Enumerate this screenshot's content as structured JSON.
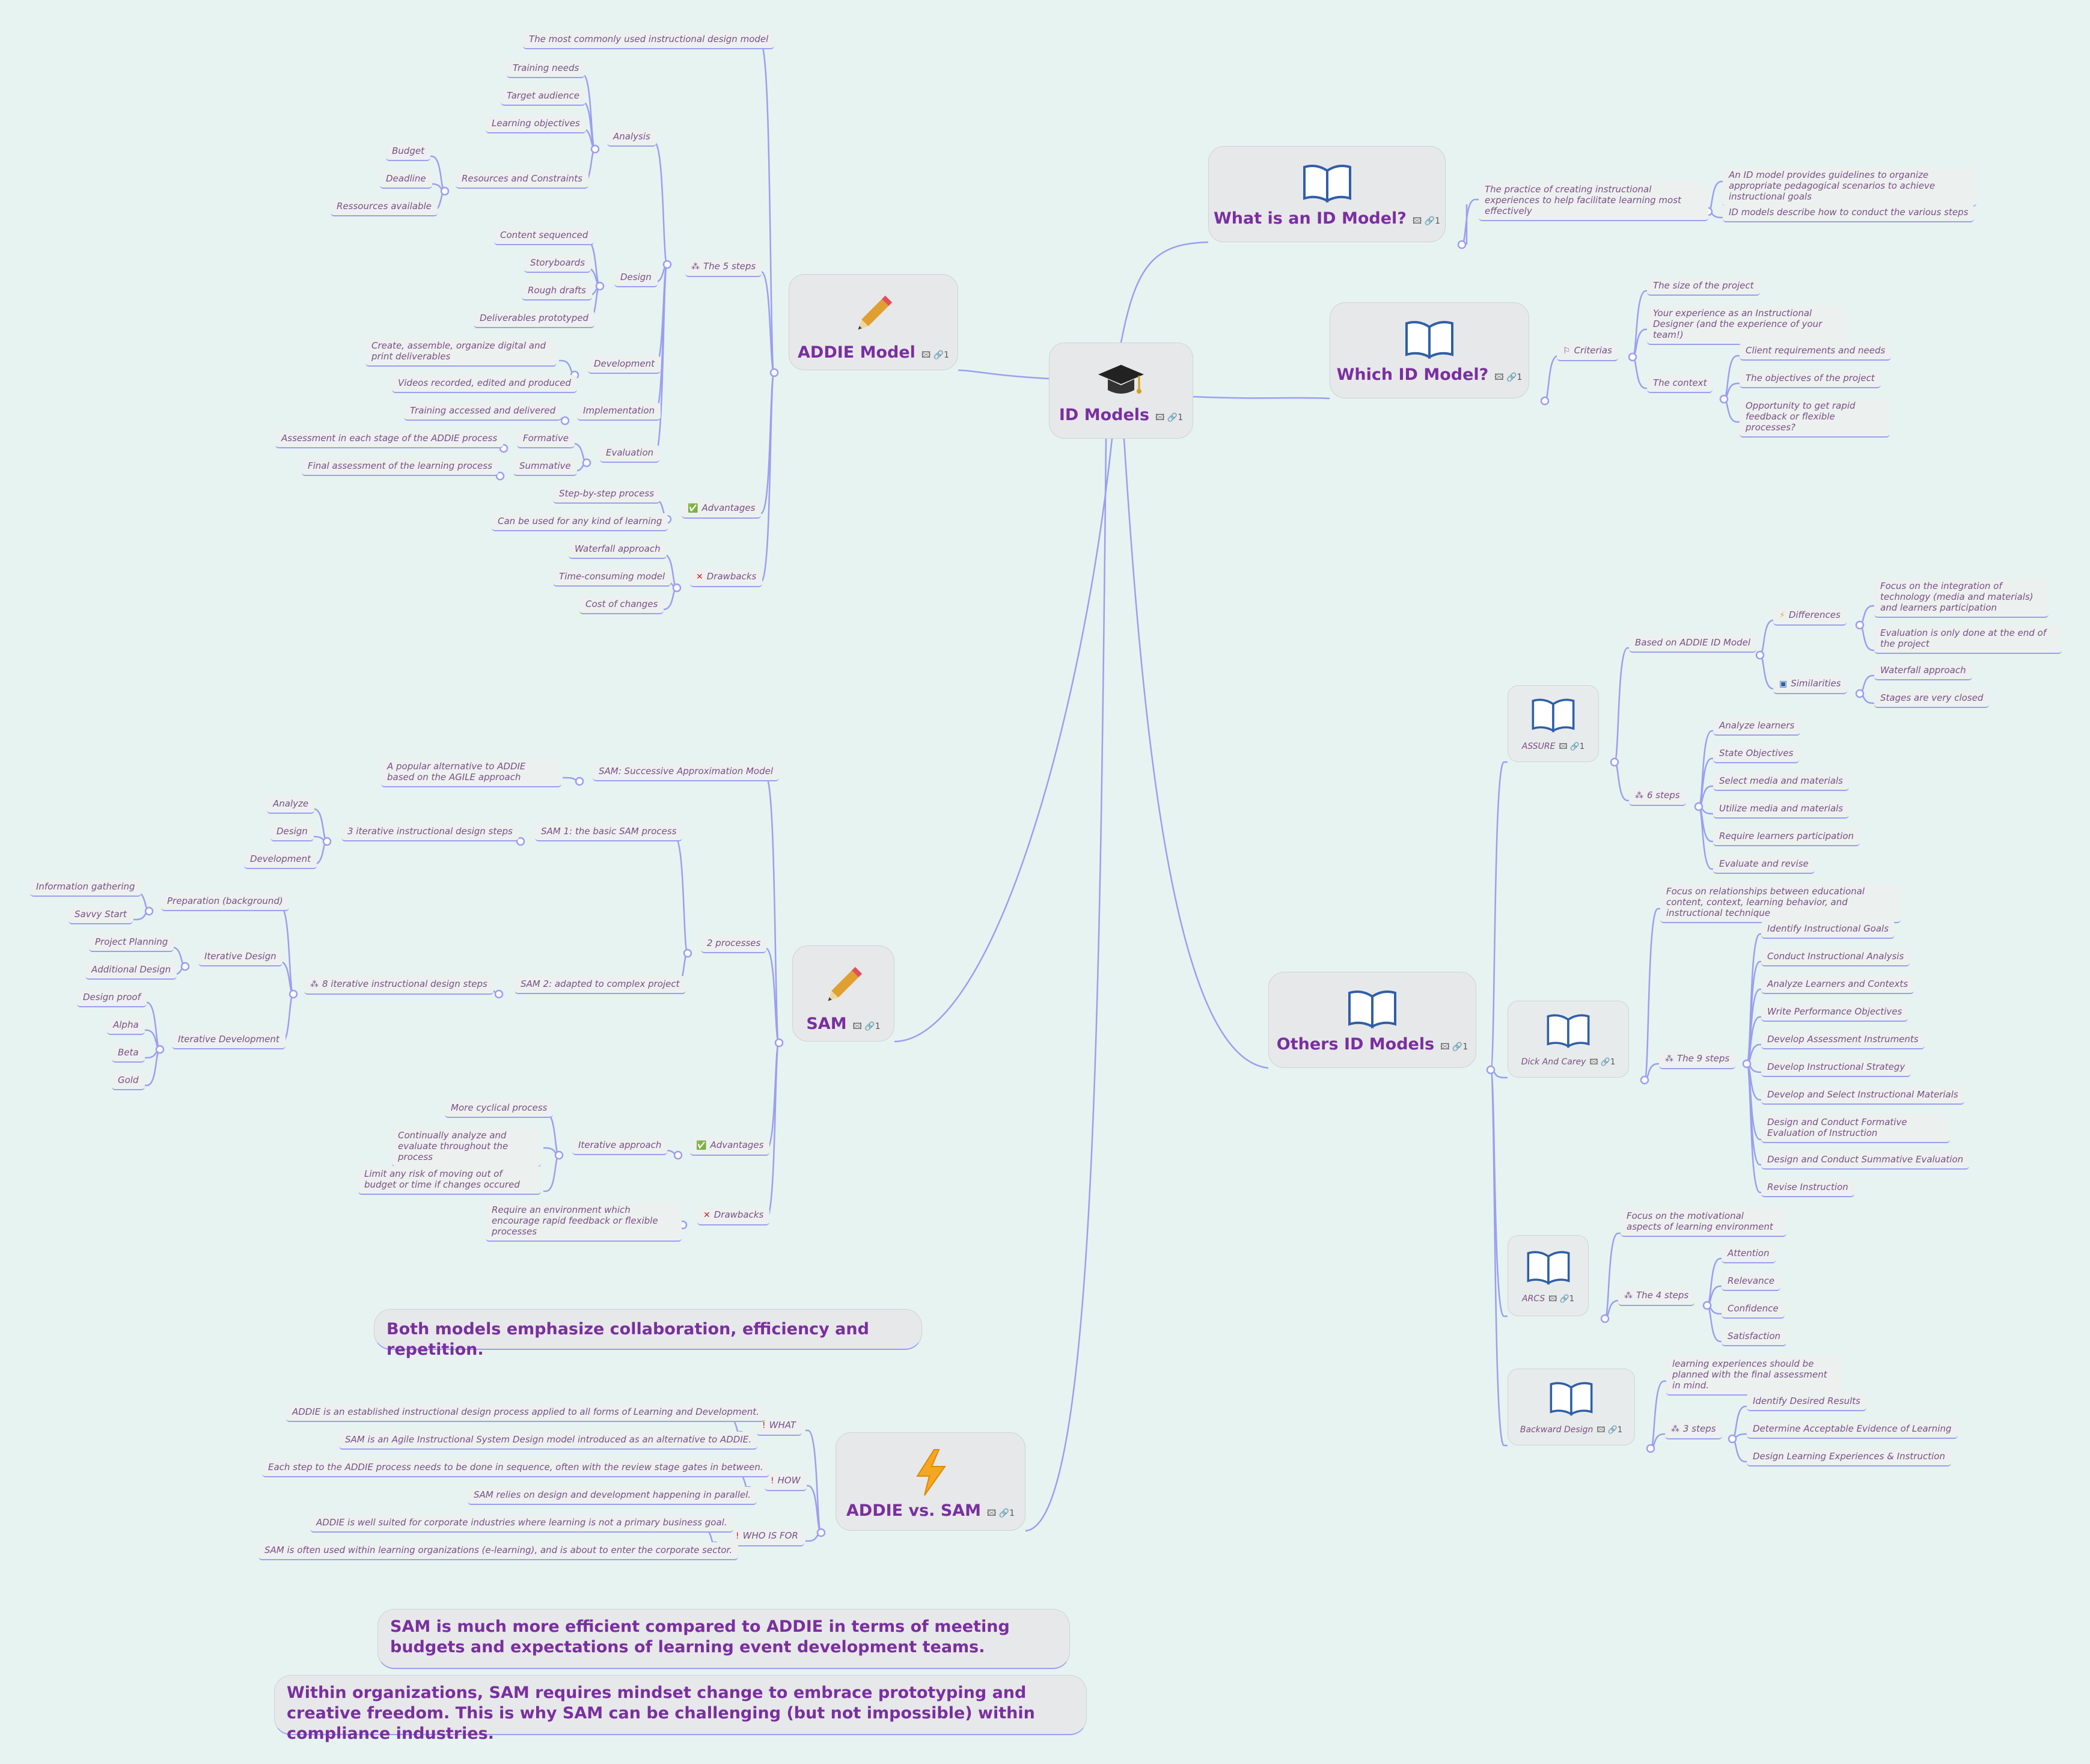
{
  "center": {
    "title": "ID Models",
    "attach_count": "1",
    "icon": "graduation-cap-icon"
  },
  "addie": {
    "title": "ADDIE Model",
    "attach_count": "1",
    "icon": "pencil-icon",
    "intro": "The most commonly used instructional design model",
    "steps_label": "The 5 steps",
    "analysis": {
      "label": "Analysis",
      "training_needs": "Training needs",
      "target_audience": "Target audience",
      "learning_objectives": "Learning objectives",
      "resources_label": "Resources and Constraints",
      "budget": "Budget",
      "deadline": "Deadline",
      "resources_available": "Ressources available"
    },
    "design": {
      "label": "Design",
      "content": "Content sequenced",
      "storyboards": "Storyboards",
      "rough_drafts": "Rough drafts",
      "deliverables": "Deliverables prototyped"
    },
    "development": {
      "label": "Development",
      "create": "Create, assemble, organize digital and print deliverables",
      "videos": "Videos recorded, edited and produced"
    },
    "implementation": {
      "label": "Implementation",
      "training": "Training accessed and delivered"
    },
    "evaluation": {
      "label": "Evaluation",
      "formative": "Formative",
      "formative_desc": "Assessment in each stage of the ADDIE process",
      "summative": "Summative",
      "summative_desc": "Final assessment of the learning process"
    },
    "advantages": {
      "label": "Advantages",
      "a1": "Step-by-step process",
      "a2": "Can be used for any kind of learning"
    },
    "drawbacks": {
      "label": "Drawbacks",
      "d1": "Waterfall approach",
      "d2": "Time-consuming model",
      "d3": "Cost of changes"
    }
  },
  "sam": {
    "title": "SAM",
    "attach_count": "1",
    "icon": "pencil-icon",
    "full_name": "SAM: Successive Approximation Model",
    "alternative": "A popular alternative to ADDIE based on the AGILE approach",
    "processes_label": "2 processes",
    "sam1": "SAM 1: the basic SAM process",
    "sam1_steps": "3 iterative instructional design steps",
    "analyze": "Analyze",
    "design": "Design",
    "development": "Development",
    "sam2": "SAM 2: adapted to complex project",
    "sam2_steps": "8 iterative instructional design steps",
    "preparation": "Preparation (background)",
    "info": "Information gathering",
    "savvy": "Savvy Start",
    "iter_design": "Iterative Design",
    "project_planning": "Project Planning",
    "additional_design": "Additional Design",
    "iter_dev": "Iterative Development",
    "design_proof": "Design proof",
    "alpha": "Alpha",
    "beta": "Beta",
    "gold": "Gold",
    "advantages_label": "Advantages",
    "iterative_approach": "Iterative approach",
    "adv1": "More cyclical process",
    "adv2": "Continually analyze and evaluate throughout the process",
    "adv3": "Limit any risk of moving out of budget or time if changes occured",
    "drawbacks_label": "Drawbacks",
    "draw1": "Require an environment which encourage rapid feedback or flexible processes"
  },
  "both_note": "Both models emphasize collaboration, efficiency and repetition.",
  "vs": {
    "title": "ADDIE vs. SAM",
    "attach_count": "1",
    "icon": "lightning-icon",
    "what": "WHAT",
    "what1": "ADDIE is an established instructional design process applied to all forms of Learning and Development.",
    "what2": "SAM is an Agile Instructional System Design model introduced as an alternative to ADDIE.",
    "how": "HOW",
    "how1": "Each step to the ADDIE process needs to be done in sequence, often with the review stage gates in between.",
    "how2": "SAM relies on design and development happening in parallel.",
    "who": "WHO IS FOR",
    "who1": "ADDIE is well suited for corporate industries where learning is not a primary business goal.",
    "who2": "SAM is often used within learning organizations (e-learning), and is about to enter the corporate sector."
  },
  "note_efficient": "SAM is much more efficient compared to ADDIE in terms of meeting budgets and expectations of learning event development teams.",
  "note_mindset": "Within organizations, SAM requires mindset change to embrace prototyping and creative freedom. This is why SAM can be challenging (but not impossible) within compliance industries.",
  "what_is": {
    "title": "What is an ID Model?",
    "attach_count": "1",
    "icon": "book-icon",
    "practice": "The practice of creating instructional experiences to help facilitate learning most effectively",
    "g1": "An ID model provides guidelines to organize appropriate pedagogical scenarios to achieve instructional goals",
    "g2": "ID models describe how to conduct the various steps"
  },
  "which": {
    "title": "Which ID Model?",
    "attach_count": "1",
    "icon": "book-icon",
    "criterias": "Criterias",
    "size": "The size of the project",
    "experience": "Your experience as an Instructional Designer (and the experience of your team!)",
    "context": "The context",
    "client": "Client requirements and needs",
    "objectives": "The objectives of the project",
    "opportunity": "Opportunity to get rapid feedback or flexible processes?"
  },
  "others": {
    "title": "Others ID Models",
    "attach_count": "1",
    "icon": "book-icon",
    "assure": {
      "title": "ASSURE",
      "attach_count": "1",
      "based_on": "Based on ADDIE ID Model",
      "differences": "Differences",
      "diff1": "Focus on the integration of technology (media and materials) and learners participation",
      "diff2": "Evaluation is only done at the end of the project",
      "similarities": "Similarities",
      "sim1": "Waterfall approach",
      "sim2": "Stages are very closed",
      "steps": "6 steps",
      "s1": "Analyze learners",
      "s2": "State Objectives",
      "s3": "Select media and materials",
      "s4": "Utilize media and materials",
      "s5": "Require learners participation",
      "s6": "Evaluate and revise"
    },
    "dick": {
      "title": "Dick And Carey",
      "attach_count": "1",
      "focus": "Focus on relationships between educational content, context, learning behavior, and instructional technique",
      "steps": "The 9 steps",
      "s1": "Identify Instructional Goals",
      "s2": "Conduct Instructional Analysis",
      "s3": "Analyze Learners and Contexts",
      "s4": "Write Performance Objectives",
      "s5": "Develop Assessment Instruments",
      "s6": "Develop Instructional Strategy",
      "s7": "Develop and Select Instructional Materials",
      "s8": "Design and Conduct Formative Evaluation of Instruction",
      "s9": "Design and Conduct Summative Evaluation",
      "s10": "Revise Instruction"
    },
    "arcs": {
      "title": "ARCS",
      "attach_count": "1",
      "focus": "Focus on the motivational aspects of learning environment",
      "steps": "The 4 steps",
      "s1": "Attention",
      "s2": "Relevance",
      "s3": "Confidence",
      "s4": "Satisfaction"
    },
    "backward": {
      "title": "Backward Design",
      "attach_count": "1",
      "learning": "learning experiences should be planned with the final assessment in mind.",
      "steps": "3 steps",
      "s1": "Identify Desired Results",
      "s2": "Determine Acceptable Evidence of Learning",
      "s3": "Design Learning Experiences & Instruction"
    }
  }
}
